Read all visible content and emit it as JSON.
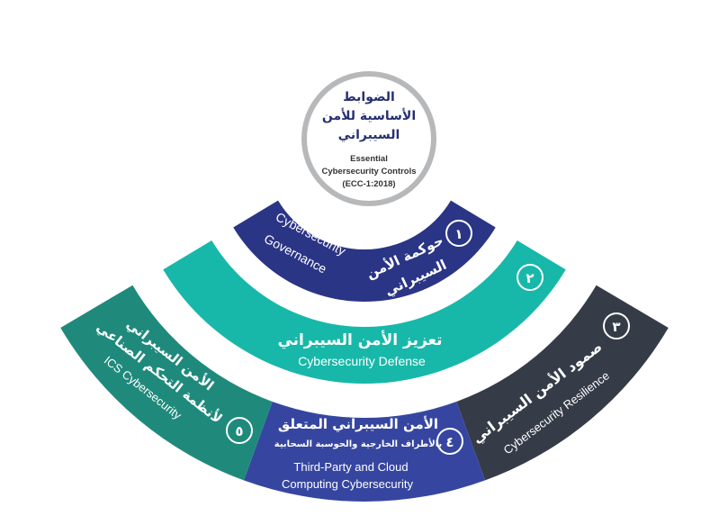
{
  "center": {
    "title_ar": [
      "الضوابط",
      "الأساسية للأمن",
      "السيبراني"
    ],
    "title_en": [
      "Essential",
      "Cybersecurity Controls",
      "(ECC-1:2018)"
    ]
  },
  "domains": [
    {
      "number": "١",
      "title_ar": [
        "حوكمة الأمن",
        "السيبراني"
      ],
      "title_en": [
        "Cybersecurity",
        "Governance"
      ],
      "color": "#2b3585"
    },
    {
      "number": "٢",
      "title_ar": [
        "تعزيز الأمن السيبراني"
      ],
      "title_en": [
        "Cybersecurity Defense"
      ],
      "color": "#17b8a9"
    },
    {
      "number": "٣",
      "title_ar": [
        "صمود الأمن السيبراني"
      ],
      "title_en": [
        "Cybersecurity Resilience"
      ],
      "color": "#363b48"
    },
    {
      "number": "٤",
      "title_ar": [
        "الأمن السيبراني المتعلق",
        "بالأطراف الخارجية والحوسبة السحابية"
      ],
      "title_en": [
        "Third-Party and Cloud",
        "Computing Cybersecurity"
      ],
      "color": "#3646a0"
    },
    {
      "number": "٥",
      "title_ar": [
        "الأمن السيبراني",
        "لأنظمة التحكم الصناعي"
      ],
      "title_en": [
        "ICS Cybersecurity"
      ],
      "color": "#1f8a7c"
    }
  ],
  "colors": {
    "circle_border": "#b7b8ba",
    "background": "#ffffff"
  }
}
